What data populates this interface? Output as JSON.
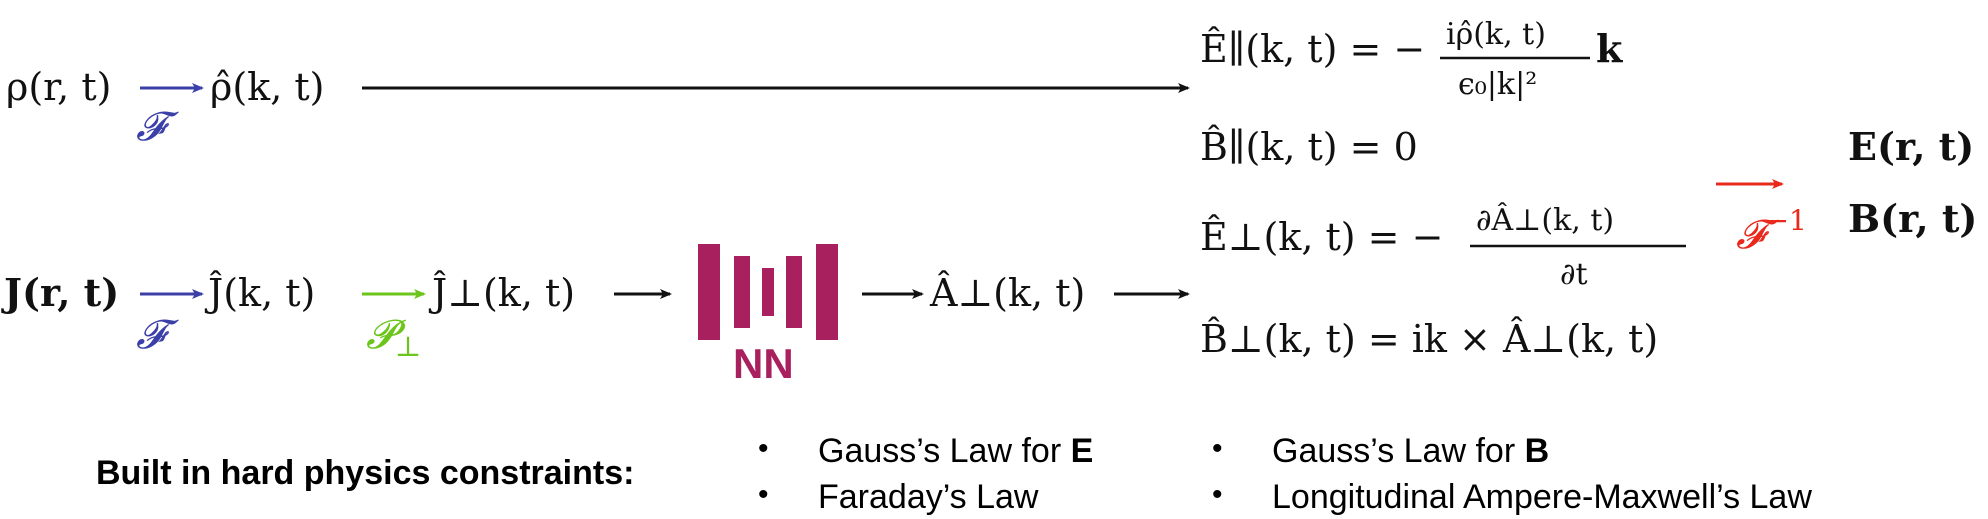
{
  "colors": {
    "fourier": "#3b3fa8",
    "projection": "#6cc51a",
    "inverse": "#e8291c",
    "nn": "#a8215e",
    "text": "#111111"
  },
  "row1": {
    "rho_r": "ρ(r, t)",
    "operator": "𝓕",
    "rho_k": "ρ̂(k, t)"
  },
  "row2": {
    "J_r": "J(r, t)",
    "operator_F": "𝓕",
    "J_k": "Ĵ(k, t)",
    "operator_P": "𝓟",
    "operator_P_sub": "⊥",
    "J_perp": "Ĵ⊥(k, t)",
    "nn_label": "NN",
    "A_perp": "Â⊥(k, t)"
  },
  "fields": {
    "E_par_lhs": "Ê∥(k, t) = −",
    "E_par_num": "iρ̂(k, t)",
    "E_par_den": "ϵ₀|k|²",
    "E_par_tail": "k",
    "B_par": "B̂∥(k, t) = 0",
    "E_perp_lhs": "Ê⊥(k, t) = −",
    "E_perp_num": "∂Â⊥(k, t)",
    "E_perp_den": "∂t",
    "B_perp": "B̂⊥(k, t) = ik × Â⊥(k, t)"
  },
  "inverse": {
    "operator": "𝓕",
    "exponent": "−1",
    "E_r": "E(r, t)",
    "B_r": "B(r, t)"
  },
  "constraints": {
    "title": "Built in hard physics constraints:",
    "bullet": "•",
    "items": [
      {
        "text": "Gauss’s Law for ",
        "bold": "E"
      },
      {
        "text": "Faraday’s Law",
        "bold": ""
      },
      {
        "text": "Gauss’s Law for ",
        "bold": "B"
      },
      {
        "text": "Longitudinal Ampere-Maxwell’s Law",
        "bold": ""
      }
    ]
  }
}
